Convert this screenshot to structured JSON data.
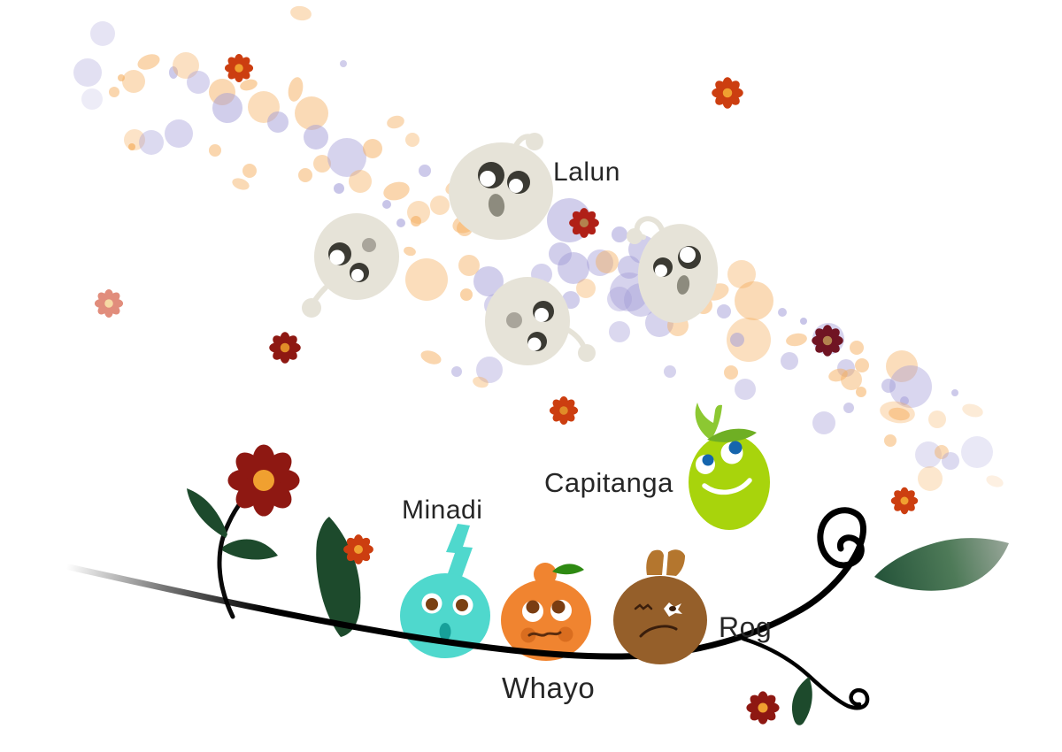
{
  "labels": {
    "lalun": "Lalun",
    "capitanga": "Capitanga",
    "minadi": "Minadi",
    "whayo": "Whayo",
    "rog": "Rog"
  },
  "colors": {
    "background": "#ffffff",
    "label_text": "#262626",
    "lalun_body": "#e6e3d8",
    "lalun_eye": "#3b3a33",
    "lalun_pupil": "#ffffff",
    "lalun_mouth": "#8d8b7e",
    "lalun_spot": "#a9a59b",
    "capitanga_body": "#a8d40c",
    "capitanga_sprout": "#8cc832",
    "capitanga_hair_leaf": "#6faf24",
    "capitanga_pupil": "#1565ad",
    "minadi_body": "#4fd8cd",
    "minadi_mouth": "#17a09a",
    "minadi_pupil": "#7a4012",
    "whayo_body": "#f08430",
    "whayo_cheek": "#d96d1f",
    "whayo_stem": "#2e8a12",
    "whayo_pupil": "#7a3d12",
    "whayo_mouth": "#5b2c0e",
    "rog_body": "#955f2a",
    "rog_ear": "#b4762e",
    "rog_face": "#3a1e0c",
    "branch": "#000000",
    "leaf_dark": "#1d4a2c",
    "flower_red": "#cc3e10",
    "flower_darkred": "#8e1812",
    "flower_crimson": "#b02017",
    "flower_maroon": "#701423",
    "flower_faded": "#e18d7c",
    "center_orange": "#f0a030",
    "center_amber": "#e08c28",
    "center_tan": "#b3824e",
    "center_pale": "#f6d9a4",
    "bokeh_orange": "#f5ae5e",
    "bokeh_purple": "#a49ed8"
  }
}
